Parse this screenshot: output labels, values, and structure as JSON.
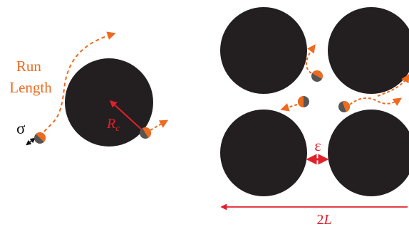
{
  "labels": {
    "run_length_line1": "Run",
    "run_length_line2": "Length",
    "sigma": "σ",
    "radius_symbol": "R",
    "radius_subscript": "c",
    "epsilon": "ε",
    "period_number": "2",
    "period_symbol": "L"
  },
  "colors": {
    "obstacle": "#231f20",
    "trajectory": "#ee6a1f",
    "annotation_red": "#e0202a",
    "particle_dark": "#555555",
    "particle_orange": "#ee6a1f"
  }
}
